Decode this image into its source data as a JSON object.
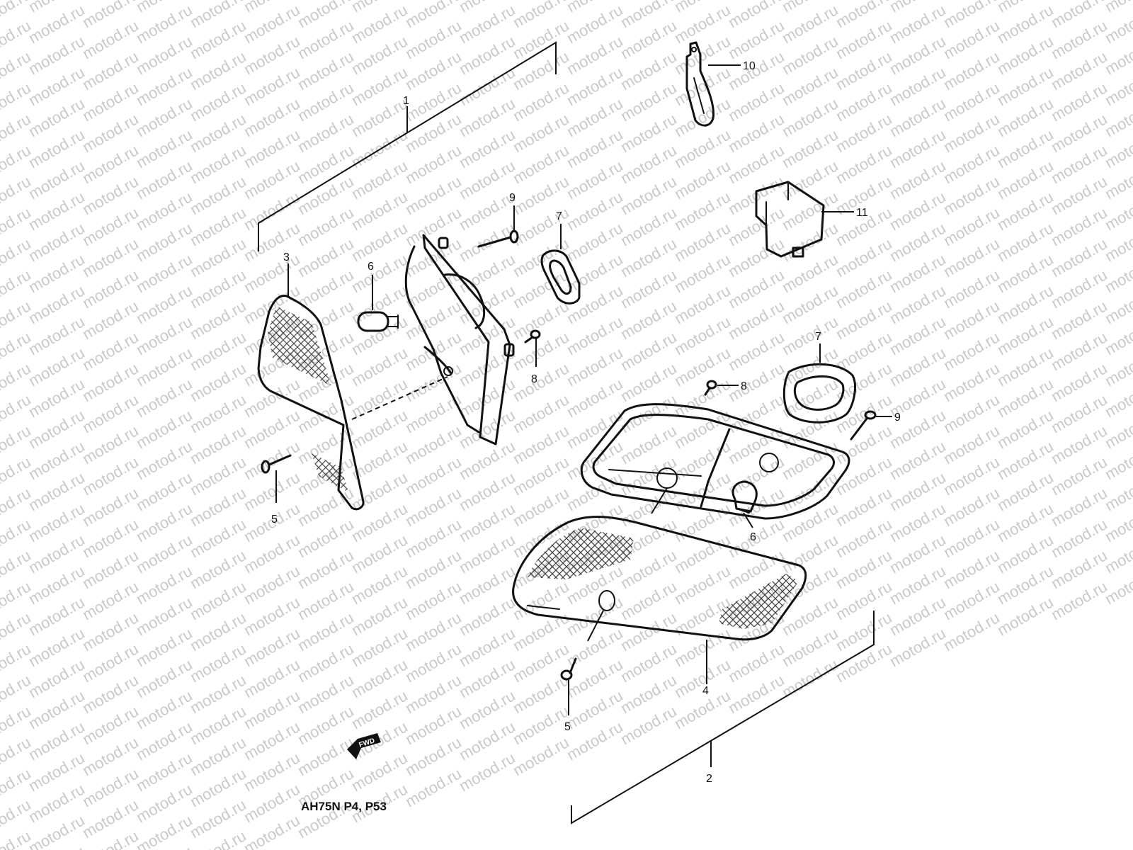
{
  "watermark": {
    "text": "motod.ru",
    "color": "#c9c9c9"
  },
  "callouts": {
    "c1": "1",
    "c2": "2",
    "c3": "3",
    "c4": "4",
    "c5a": "5",
    "c5b": "5",
    "c6a": "6",
    "c6b": "6",
    "c7a": "7",
    "c7b": "7",
    "c8a": "8",
    "c8b": "8",
    "c9a": "9",
    "c9b": "9",
    "c10": "10",
    "c11": "11"
  },
  "fwd_label": "FWD",
  "caption": "AH75N P4, P53"
}
